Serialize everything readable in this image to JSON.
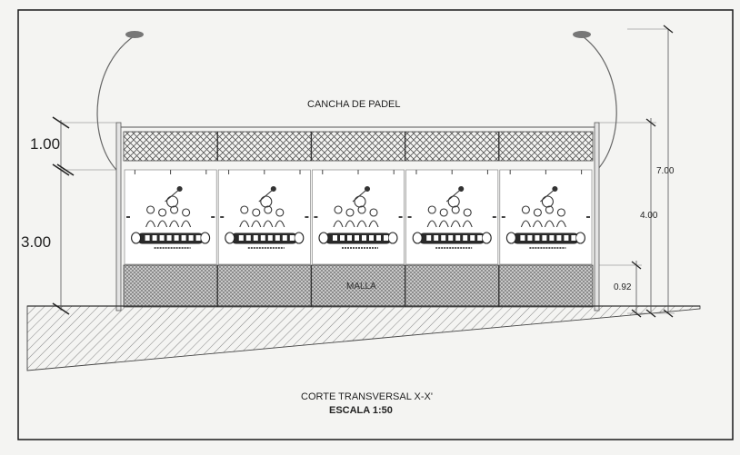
{
  "drawing": {
    "title": "CANCHA DE PADEL",
    "fence_label": "MALLA",
    "section_title": "CORTE TRANSVERSAL X-X'",
    "scale": "ESCALA 1:50",
    "panel_count": 5,
    "left_dims": {
      "upper": "1.00",
      "lower": "3.00"
    },
    "right_dims": {
      "total": "7.00",
      "wall": "4.00",
      "base": "0.92"
    },
    "panel_logo_caption": "INGENIERIA Y ARQ. S.A."
  },
  "colors": {
    "ink": "#555555",
    "paper": "#f4f4f2",
    "border": "#1a1a1a"
  }
}
